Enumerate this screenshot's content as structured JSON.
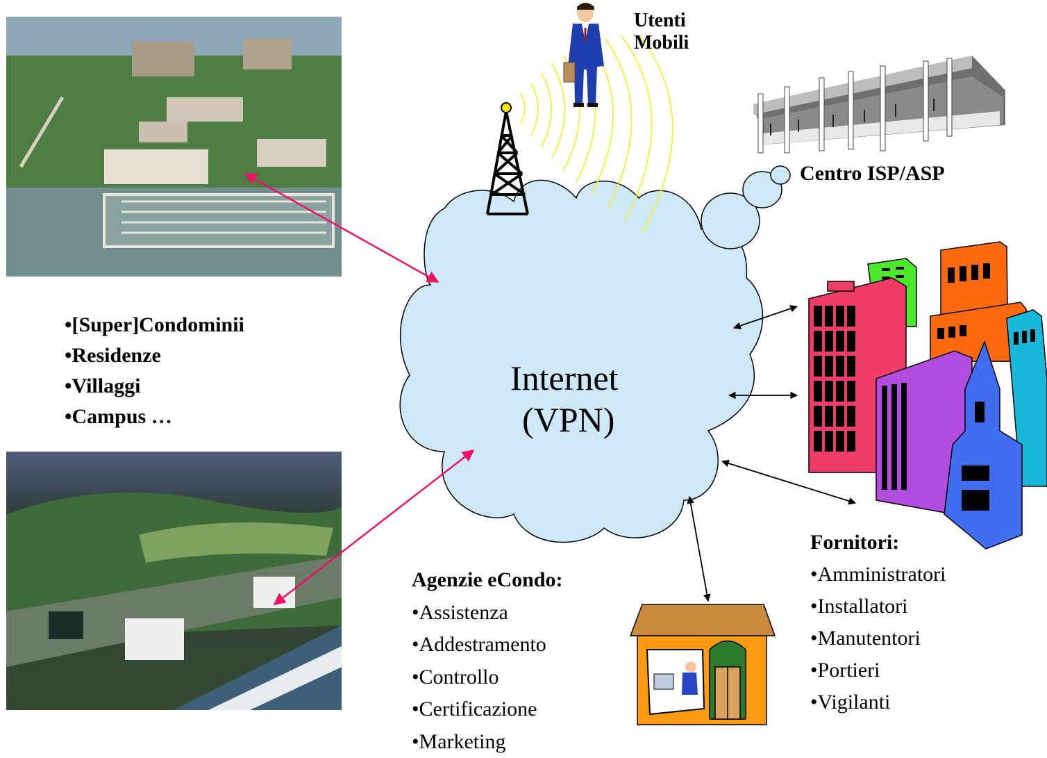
{
  "cloud": {
    "line1": "Internet",
    "line2": "(VPN)",
    "fill": "#cde9f9"
  },
  "mobile_users": {
    "line1": "Utenti",
    "line2": "Mobili"
  },
  "isp_center": {
    "label": "Centro ISP/ASP"
  },
  "residences": {
    "items": [
      "[Super]Condominii",
      "Residenze",
      "Villaggi",
      "Campus …"
    ]
  },
  "agencies": {
    "title": "Agenzie eCondo:",
    "items": [
      "Assistenza",
      "Addestramento",
      "Controllo",
      "Certificazione",
      "Marketing"
    ]
  },
  "suppliers": {
    "title": "Fornitori:",
    "items": [
      "Amministratori",
      "Installatori",
      "Manutentori",
      "Portieri",
      "Vigilanti"
    ]
  },
  "colors": {
    "arrow_pink": "#ee1166",
    "arrow_black": "#000000",
    "wave": "#f2ee3a"
  }
}
